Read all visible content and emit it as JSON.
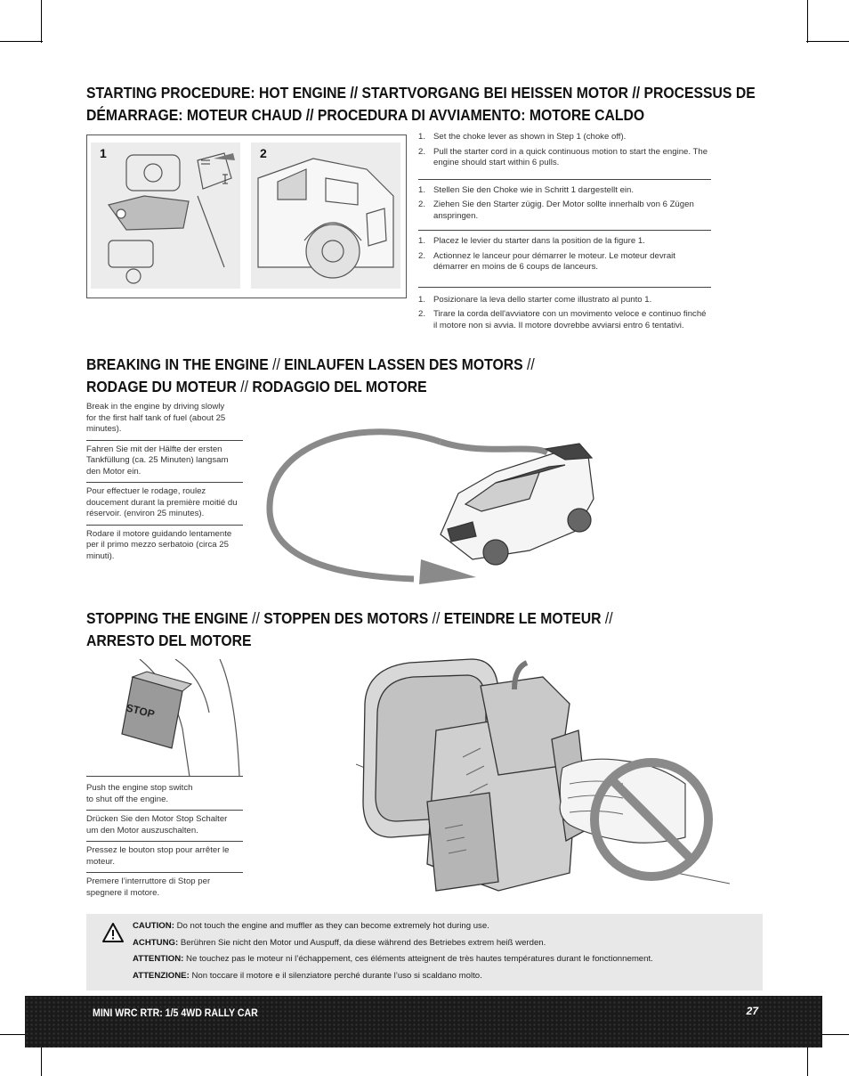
{
  "sections": {
    "starting": {
      "title_line1": "STARTING PROCEDURE: HOT ENGINE // STARTVORGANG BEI HEISSEN MOTOR // PROCESSUS DE",
      "title_line2": "DÉMARRAGE: MOTEUR CHAUD // PROCEDURA DI AVVIAMENTO: MOTORE CALDO",
      "figure_labels": [
        "1",
        "2"
      ],
      "groups": [
        {
          "steps": [
            {
              "num": "1.",
              "text": "Set the choke lever as shown in Step 1 (choke off)."
            },
            {
              "num": "2.",
              "text": "Pull the starter cord in a quick continuous motion to start the engine. The engine should start within 6 pulls."
            }
          ]
        },
        {
          "steps": [
            {
              "num": "1.",
              "text": "Stellen Sie den Choke wie in Schritt 1 dargestellt ein."
            },
            {
              "num": "2.",
              "text": "Ziehen Sie den Starter zügig. Der Motor sollte innerhalb von 6 Zügen anspringen."
            }
          ]
        },
        {
          "steps": [
            {
              "num": "1.",
              "text": "Placez le levier du starter dans la position de la figure 1."
            },
            {
              "num": "2.",
              "text": "Actionnez le lanceur pour démarrer le moteur. Le moteur devrait démarrer en moins de 6 coups de lanceurs."
            }
          ]
        },
        {
          "steps": [
            {
              "num": "1.",
              "text": "Posizionare la leva dello starter come illustrato al punto 1."
            },
            {
              "num": "2.",
              "text": "Tirare la corda dell'avviatore con un movimento veloce e continuo finché il motore non si avvia. Il motore dovrebbe avviarsi entro 6 tentativi."
            }
          ]
        }
      ]
    },
    "breaking": {
      "t1a": "BREAKING IN THE ENGINE",
      "t1b": " // ",
      "t1c": "EINLAUFEN LASSEN DES MOTORS",
      "t1d": " //",
      "t2a": "RODAGE DU MOTEUR",
      "t2b": " // ",
      "t2c": "RODAGGIO DEL MOTORE",
      "paragraphs": [
        "Break in the engine by driving slowly for the first half tank of fuel (about 25 minutes).",
        "Fahren Sie mit der Hälfte der ersten Tankfüllung (ca. 25 Minuten) langsam den Motor ein.",
        "Pour effectuer le rodage, roulez doucement durant la première moitié du réservoir. (environ 25 minutes).",
        "Rodare il motore guidando lentamente per il primo mezzo serbatoio (circa 25 minuti)."
      ]
    },
    "stopping": {
      "t1a": "STOPPING THE ENGINE",
      "t1b": " // ",
      "t1c": "STOPPEN DES MOTORS",
      "t1d": " // ",
      "t1e": "ETEINDRE LE MOTEUR",
      "t1f": " //",
      "t2a": "ARRESTO DEL MOTORE",
      "stop_label": "STOP",
      "paragraphs": [
        "Push the engine stop switch to shut off the engine.",
        "Drücken Sie den Motor Stop Schalter um den Motor auszuschalten.",
        "Pressez le bouton stop pour arrêter le moteur.",
        "Premere l’interruttore di Stop per spegnere il motore."
      ]
    }
  },
  "caution": {
    "icon": "warning-triangle-icon",
    "items": [
      {
        "label": "CAUTION:",
        "text": " Do not touch the engine and muffler as they can become extremely hot during use."
      },
      {
        "label": "ACHTUNG:",
        "text": " Berühren Sie nicht den Motor und Auspuff, da diese während des Betriebes extrem heiß werden."
      },
      {
        "label": "ATTENTION:",
        "text": " Ne touchez pas le moteur ni l’échappement, ces éléments atteignent de très hautes températures durant le fonctionnement."
      },
      {
        "label": "ATTENZIONE:",
        "text": " Non toccare il motore e il silenziatore perché durante l’uso si scaldano molto."
      }
    ]
  },
  "footer": {
    "title": "MINI WRC RTR: 1/5 4WD RALLY CAR",
    "page": "27"
  },
  "colors": {
    "prohibition_red": "#c4161c",
    "arrow_gray": "#8a8a8a",
    "caution_bg": "#e8e8e8",
    "footer_bg": "#1a1a1a"
  }
}
